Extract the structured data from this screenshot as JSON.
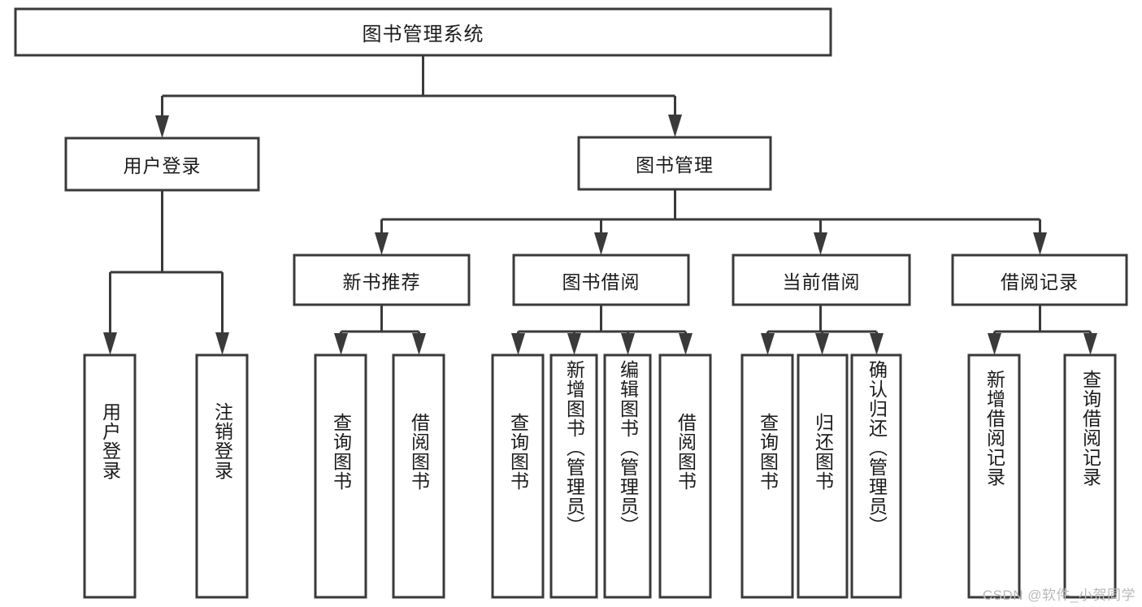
{
  "diagram": {
    "type": "tree-hierarchy",
    "title": "图书管理系统",
    "orientation": "top-down",
    "watermark": "CSDN @软件_小贺同学",
    "colors": {
      "stroke": "#3a3a3a",
      "box_fill": "#ffffff",
      "text": "#1b1b1b",
      "background": "#ffffff",
      "watermark": "#b9b9b9"
    },
    "levels": {
      "root": {
        "label": "图书管理系统"
      },
      "level2": [
        {
          "label": "用户登录"
        },
        {
          "label": "图书管理"
        }
      ],
      "level3": [
        {
          "label": "新书推荐"
        },
        {
          "label": "图书借阅"
        },
        {
          "label": "当前借阅"
        },
        {
          "label": "借阅记录"
        }
      ]
    },
    "leaves": {
      "user_login": [
        {
          "label": "用户登录"
        },
        {
          "label": "注销登录"
        }
      ],
      "new_book_recommend": [
        {
          "label": "查询图书"
        },
        {
          "label": "借阅图书"
        }
      ],
      "book_borrow": [
        {
          "label": "查询图书"
        },
        {
          "label": "新增图书（管理员）"
        },
        {
          "label": "编辑图书（管理员）"
        },
        {
          "label": "借阅图书"
        }
      ],
      "current_borrow": [
        {
          "label": "查询图书"
        },
        {
          "label": "归还图书"
        },
        {
          "label": "确认归还（管理员）"
        }
      ],
      "borrow_record": [
        {
          "label": "新增借阅记录"
        },
        {
          "label": "查询借阅记录"
        }
      ]
    }
  }
}
